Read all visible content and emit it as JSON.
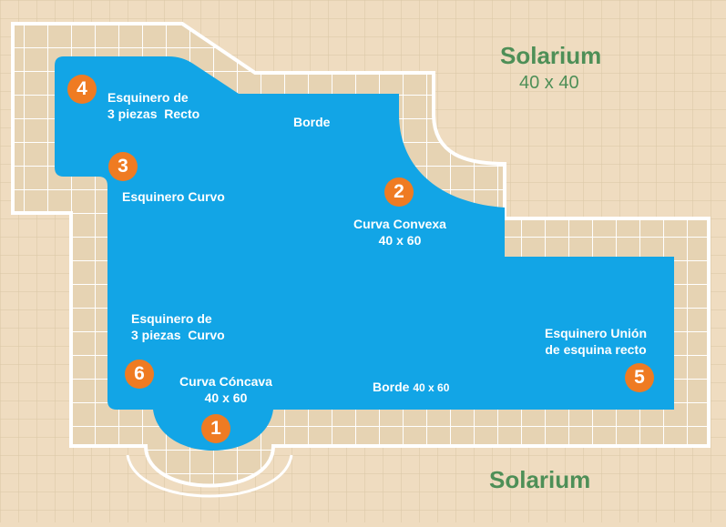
{
  "colors": {
    "background": "#efdcc0",
    "grid_line": "#d9c6a5",
    "border_tile": "#e6d3b3",
    "border_line": "#ffffff",
    "water": "#12a5e6",
    "badge": "#ef7b22",
    "label_text": "#ffffff",
    "solarium_text": "#4e8f57"
  },
  "solarium": {
    "top_label": "Solarium",
    "top_size": "40 x 40",
    "bottom_label": "Solarium"
  },
  "pool_labels": {
    "borde_top": "Borde",
    "borde_bottom": "Borde",
    "borde_bottom_size": "40 x 60",
    "esquinero_3_recto_line1": "Esquinero de",
    "esquinero_3_recto_line2": "3 piezas  Recto",
    "esquinero_curvo": "Esquinero Curvo",
    "curva_convexa_line1": "Curva Convexa",
    "curva_convexa_line2": "40 x 60",
    "esquinero_3_curvo_line1": "Esquinero de",
    "esquinero_3_curvo_line2": "3 piezas  Curvo",
    "curva_concava_line1": "Curva Cóncava",
    "curva_concava_line2": "40 x 60",
    "esquinero_union_line1": "Esquinero Unión",
    "esquinero_union_line2": "de esquina recto"
  },
  "badges": [
    "1",
    "2",
    "3",
    "4",
    "5",
    "6"
  ]
}
